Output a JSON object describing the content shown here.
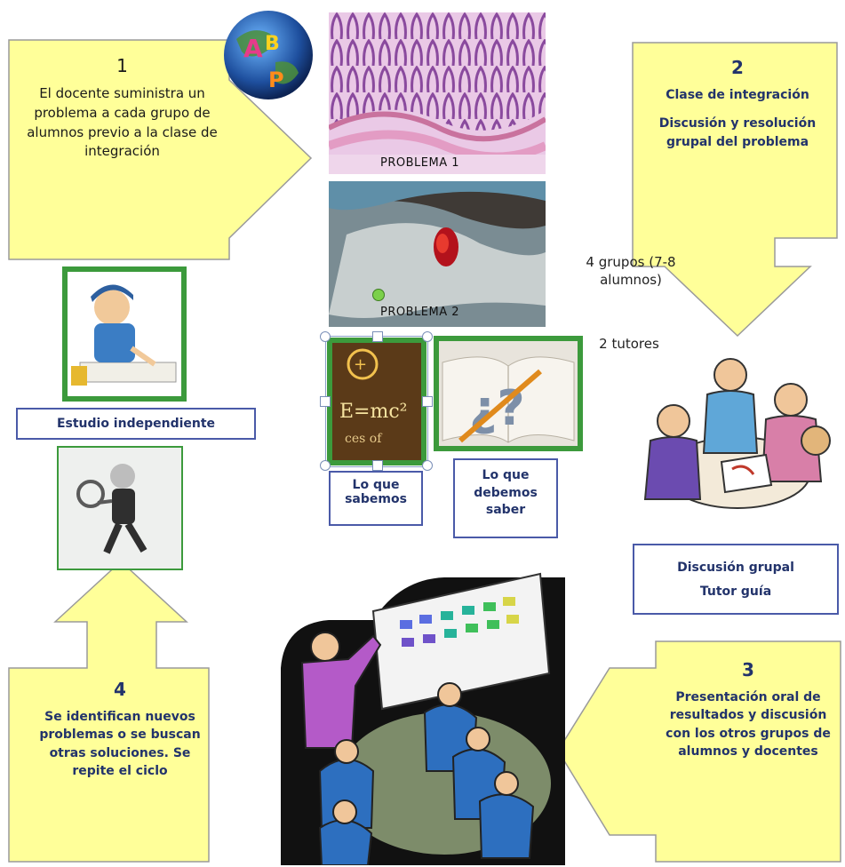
{
  "box1": {
    "number": "1",
    "text": "El docente suministra un problema a cada grupo de alumnos previo a la clase de integración"
  },
  "box2": {
    "number": "2",
    "line1": "Clase de integración",
    "line2": "Discusión y resolución grupal del problema"
  },
  "box3": {
    "number": "3",
    "text": "Presentación oral de resultados y discusión con los otros grupos de alumnos y docentes"
  },
  "box4": {
    "number": "4",
    "text": "Se identifican nuevos problemas o se buscan otras soluciones. Se repite el ciclo"
  },
  "logo_letters": "ABP",
  "problema1": "PROBLEMA 1",
  "problema2": "PROBLEMA 2",
  "grupos": "4 grupos (7-8 alumnos)",
  "tutores": "2 tutores",
  "estudio": "Estudio independiente",
  "lo_que_sabemos": "Lo que sabemos",
  "lo_que_debemos": "Lo que debemos saber",
  "discusion_grupal": "Discusión grupal",
  "tutor_guia": "Tutor guía",
  "colors": {
    "box_fill": "#ffff99",
    "label_border": "#4a5aa8",
    "label_text": "#22336b",
    "frame_green": "#3c9a3c"
  }
}
